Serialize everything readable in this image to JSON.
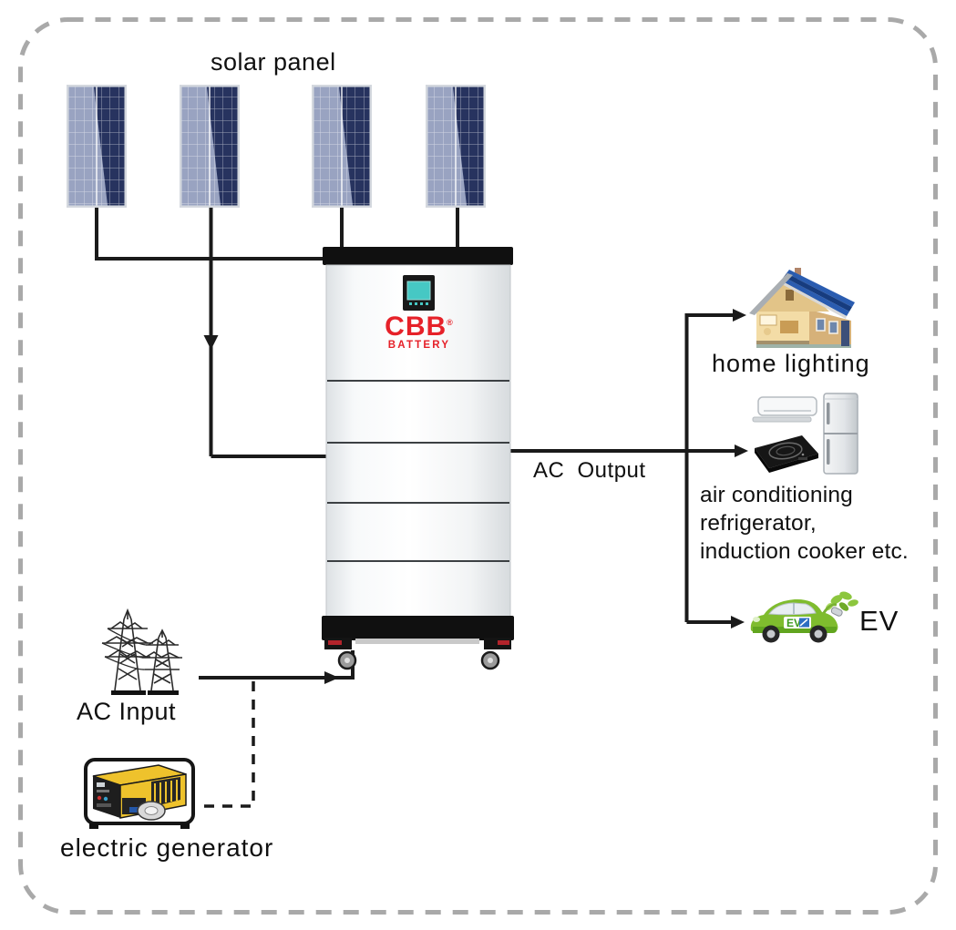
{
  "title": {
    "solar_panel": "solar panel"
  },
  "battery_unit": {
    "brand": "CBB",
    "brand_mark": "®",
    "brand_sub": "BATTERY",
    "brand_color": "#e62129",
    "screen_color": "#46c8c4"
  },
  "flows": {
    "ac_output": "AC Output",
    "ac_input": "AC Input"
  },
  "loads": {
    "home_lighting": "home lighting",
    "appliances": {
      "line1": "air conditioning",
      "line2": "refrigerator,",
      "line3": "induction cooker etc.",
      "ev_badge": "EV"
    },
    "ev": "EV"
  },
  "sources": {
    "generator": "electric generator"
  },
  "icons": [
    "solar-panel-icon",
    "battery-tower-icon",
    "display-screen-icon",
    "caster-wheel-icon",
    "house-icon",
    "air-conditioner-icon",
    "refrigerator-icon",
    "induction-cooker-icon",
    "ev-car-icon",
    "power-tower-icon",
    "generator-icon"
  ],
  "colors": {
    "line": "#1a1a1a",
    "border_dash": "#a9a9a9",
    "panel_dark": "#27335f",
    "panel_light": "#99a3c1",
    "generator_yellow": "#eec22c",
    "ev_green": "#7fbc2e",
    "roof_blue": "#23549e"
  }
}
